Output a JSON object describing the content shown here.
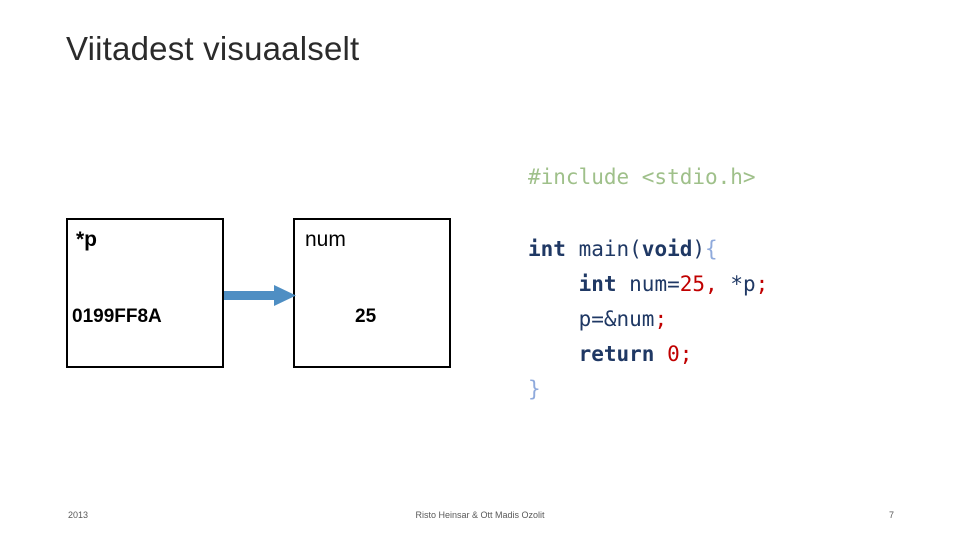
{
  "slide": {
    "title": "Viitadest visuaalselt",
    "boxes": [
      {
        "name": "pointer",
        "label": "*p",
        "value": "0199FF8A"
      },
      {
        "name": "num",
        "label": "num",
        "value": "25"
      }
    ],
    "code": {
      "include": "#include <stdio.h>",
      "lines": [
        "int main(void){",
        "    int num=25, *p;",
        "    p=&num;",
        "    return 0;",
        "}"
      ],
      "colors": {
        "include": "#9FC08A",
        "keyword": "#1F3864",
        "literal": "#C00000",
        "brace": "#8FAADC"
      }
    },
    "arrow": {
      "color": "#4E8EC3",
      "direction": "right"
    }
  },
  "footer": {
    "date": "2013",
    "center": "Risto Heinsar & Ott Madis Ozolit",
    "page": "7"
  }
}
